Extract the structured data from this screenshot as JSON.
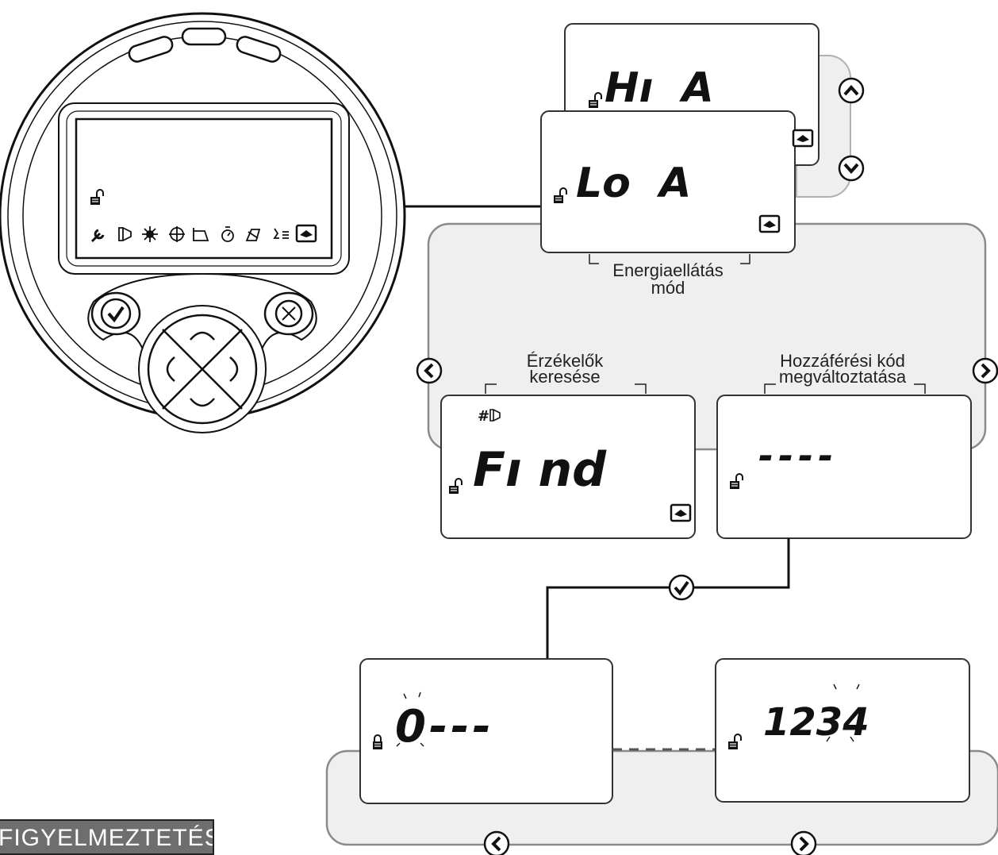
{
  "screens": {
    "hi_a": "Hı  A",
    "lo_a": "Lo  A",
    "find": "Fı nd",
    "code_dashes": "----",
    "code_entry": "0---",
    "code_final": "1234"
  },
  "labels": {
    "energy_mode_line1": "Energiaellátás",
    "energy_mode_line2": "mód",
    "find_sensors_line1": "Érzékelők",
    "find_sensors_line2": "keresése",
    "change_code_line1": "Hozzáférési kód",
    "change_code_line2": "megváltoztatása"
  },
  "find_header": "#",
  "warning_text": "FIGYELMEZTETÉS",
  "icons": [
    "wrench-icon",
    "sensor-icon",
    "sun-icon",
    "crosshair-icon",
    "level-icon",
    "timer-icon",
    "calibrate-icon",
    "signal-icon",
    "book-icon",
    "lock-icon",
    "unlock-icon",
    "check-icon",
    "cancel-icon",
    "arrow-up-icon",
    "arrow-down-icon",
    "arrow-left-icon",
    "arrow-right-icon"
  ],
  "colors": {
    "panel_fill": "#efefef",
    "panel_stroke": "#8a8a8a",
    "screen_stroke": "#333333",
    "warning_bg": "#6e6e6e"
  }
}
